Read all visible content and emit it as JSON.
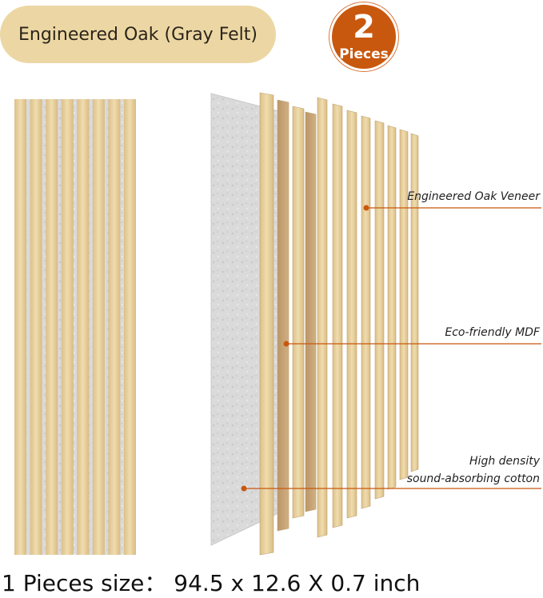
{
  "header": {
    "product_label": "Engineered Oak (Gray Felt)",
    "badge_number": "2",
    "badge_unit": "Pieces"
  },
  "layers": {
    "veneer": "Engineered Oak Veneer",
    "mdf": "Eco-friendly MDF",
    "cotton_line1": "High density",
    "cotton_line2": "sound-absorbing cotton"
  },
  "footer": {
    "size_text": "1 Pieces size： 94.5 x 12.6 X 0.7 inch"
  },
  "colors": {
    "oak": "#e8cf9a",
    "mdf": "#c9a578",
    "felt": "#d7d7d7",
    "accent": "#c8580e"
  }
}
